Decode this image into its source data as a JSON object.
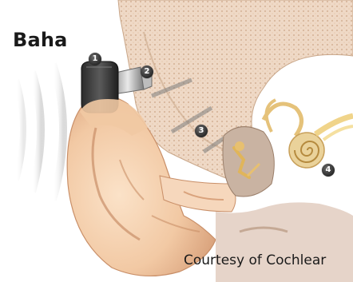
{
  "title": "Baha",
  "credit": "Courtesy of Cochlear",
  "markers": [
    "1",
    "2",
    "3",
    "4"
  ]
}
